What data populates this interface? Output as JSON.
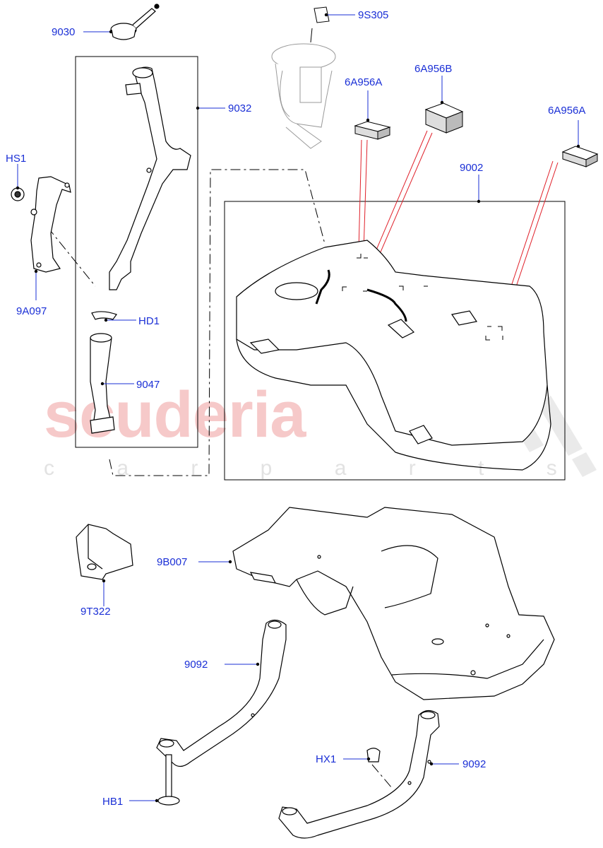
{
  "watermark": {
    "brand": "scuderia",
    "tagline": "c a r p a r t s"
  },
  "callouts": {
    "c9030": "9030",
    "c9S305": "9S305",
    "c6A956A_left": "6A956A",
    "c6A956B": "6A956B",
    "c6A956A_right": "6A956A",
    "c9032": "9032",
    "cHS1": "HS1",
    "c9002": "9002",
    "c9A097": "9A097",
    "cHD1": "HD1",
    "c9047": "9047",
    "c9B007": "9B007",
    "c9T322": "9T322",
    "c9092_left": "9092",
    "c9092_right": "9092",
    "cHX1": "HX1",
    "cHB1": "HB1"
  },
  "colors": {
    "callout_text": "#1a2fd6",
    "leader_line": "#1a2fd6",
    "red_leader": "#e0202a",
    "part_outline": "#000000"
  }
}
